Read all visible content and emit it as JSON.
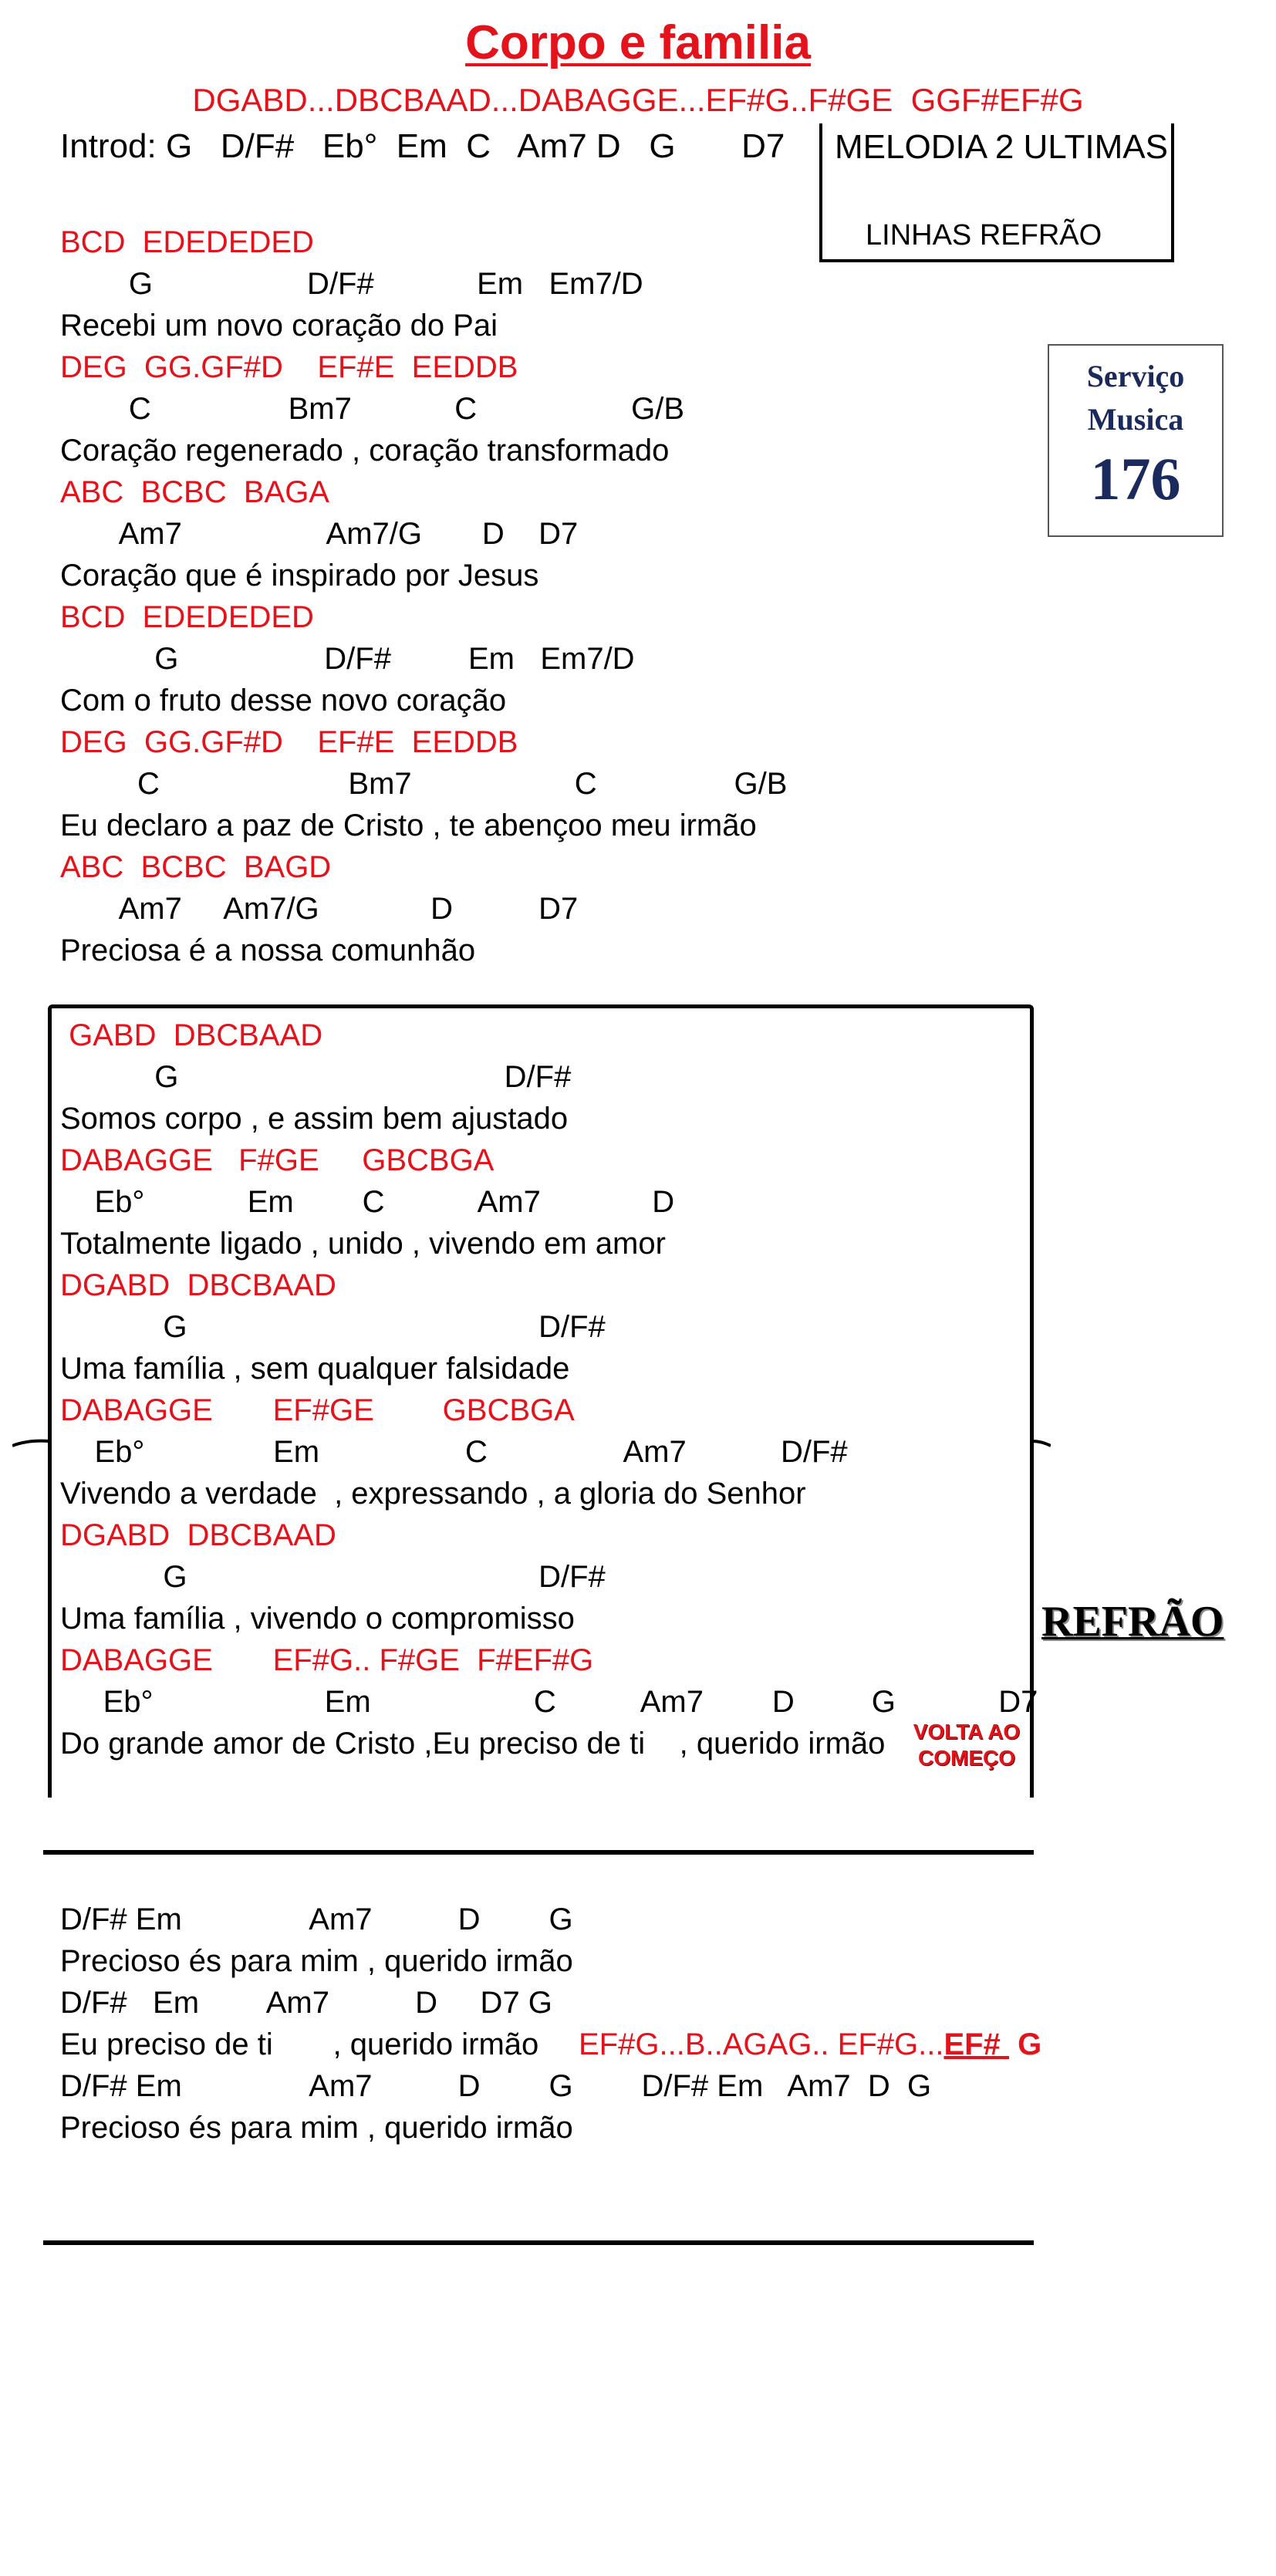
{
  "title": "Corpo e familia",
  "melody_line": "DGABD...DBCBAAD...DABAGGE...EF#G..F#GE  GGF#EF#G",
  "intro": "Introd: G   D/F#   Eb°  Em  C   Am7 D   G       D7",
  "melody_box": {
    "line1": "MELODIA 2 ULTIMAS",
    "line2": "LINHAS REFRÃO"
  },
  "logo": {
    "line1": "Serviço",
    "line2": "Musica",
    "number": "176"
  },
  "verse_lines": [
    {
      "text": "BCD  EDEDEDED",
      "red": true
    },
    {
      "text": "        G                  D/F#            Em   Em7/D",
      "red": false
    },
    {
      "text": "Recebi um novo coração do Pai",
      "red": false
    },
    {
      "text": "DEG  GG.GF#D    EF#E  EEDDB",
      "red": true
    },
    {
      "text": "        C                Bm7            C                  G/B",
      "red": false
    },
    {
      "text": "Coração regenerado , coração transformado",
      "red": false
    },
    {
      "text": "ABC  BCBC  BAGA",
      "red": true
    },
    {
      "text": "       Am7                 Am7/G       D    D7",
      "red": false
    },
    {
      "text": "Coração que é inspirado por Jesus",
      "red": false
    },
    {
      "text": "BCD  EDEDEDED",
      "red": true
    },
    {
      "text": "           G                 D/F#         Em   Em7/D",
      "red": false
    },
    {
      "text": "Com o fruto desse novo coração",
      "red": false
    },
    {
      "text": "DEG  GG.GF#D    EF#E  EEDDB",
      "red": true
    },
    {
      "text": "         C                      Bm7                   C                G/B",
      "red": false
    },
    {
      "text": "Eu declaro a paz de Cristo , te abençoo meu irmão",
      "red": false
    },
    {
      "text": "ABC  BCBC  BAGD",
      "red": true
    },
    {
      "text": "       Am7     Am7/G             D          D7",
      "red": false
    },
    {
      "text": "Preciosa é a nossa comunhão",
      "red": false
    }
  ],
  "chorus_lines": [
    {
      "text": " GABD  DBCBAAD",
      "red": true
    },
    {
      "text": "           G                                      D/F#",
      "red": false
    },
    {
      "text": "Somos corpo , e assim bem ajustado",
      "red": false
    },
    {
      "text": "DABAGGE   F#GE     GBCBGA",
      "red": true
    },
    {
      "text": "    Eb°            Em        C           Am7             D",
      "red": false
    },
    {
      "text": "Totalmente ligado , unido , vivendo em amor",
      "red": false
    },
    {
      "text": "DGABD  DBCBAAD",
      "red": true
    },
    {
      "text": "            G                                         D/F#",
      "red": false
    },
    {
      "text": "Uma família , sem qualquer falsidade",
      "red": false
    },
    {
      "text": "DABAGGE       EF#GE        GBCBGA",
      "red": true
    },
    {
      "text": "    Eb°               Em                 C                Am7           D/F#",
      "red": false
    },
    {
      "text": "Vivendo a verdade  , expressando , a gloria do Senhor",
      "red": false
    },
    {
      "text": "DGABD  DBCBAAD",
      "red": true
    },
    {
      "text": "            G                                         D/F#",
      "red": false
    },
    {
      "text": "Uma família , vivendo o compromisso",
      "red": false
    },
    {
      "text": "DABAGGE       EF#G.. F#GE  F#EF#G",
      "red": true
    },
    {
      "text": "     Eb°                    Em                   C          Am7        D         G            D7",
      "red": false
    },
    {
      "text": "Do grande amor de Cristo ,Eu preciso de ti    , querido irmão",
      "red": false
    }
  ],
  "refrao_label": "REFRÃO",
  "volta": {
    "line1": "VOLTA AO",
    "line2": "COMEÇO"
  },
  "ending_lines": [
    {
      "text": "D/F# Em               Am7          D        G",
      "red": false
    },
    {
      "text": "Precioso és para mim , querido irmão",
      "red": false
    },
    {
      "text": "D/F#   Em        Am7          D     D7 G",
      "red": false
    },
    {
      "text": "Eu preciso de ti       , querido irmão",
      "red": false
    },
    {
      "text": "D/F# Em               Am7          D        G        D/F# Em   Am7  D  G",
      "red": false
    },
    {
      "text": "Precioso és para mim , querido irmão",
      "red": false
    }
  ],
  "ending_melody": {
    "main": "EF#G...B..AGAG.. EF#G...",
    "underlined": "EF# ",
    "last": " G"
  }
}
